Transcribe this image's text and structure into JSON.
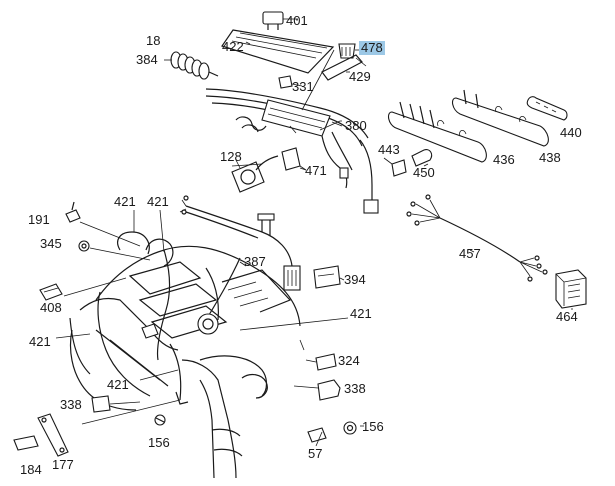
{
  "part_labels": [
    {
      "id": "401",
      "text": "401"
    },
    {
      "id": "422",
      "text": "422"
    },
    {
      "id": "18",
      "text": "18"
    },
    {
      "id": "384",
      "text": "384"
    },
    {
      "id": "478",
      "text": "478"
    },
    {
      "id": "429",
      "text": "429"
    },
    {
      "id": "331",
      "text": "331"
    },
    {
      "id": "440",
      "text": "440"
    },
    {
      "id": "380",
      "text": "380"
    },
    {
      "id": "128",
      "text": "128"
    },
    {
      "id": "471",
      "text": "471"
    },
    {
      "id": "443",
      "text": "443"
    },
    {
      "id": "436",
      "text": "436"
    },
    {
      "id": "438",
      "text": "438"
    },
    {
      "id": "450",
      "text": "450"
    },
    {
      "id": "421a",
      "text": "421"
    },
    {
      "id": "421b",
      "text": "421"
    },
    {
      "id": "191",
      "text": "191"
    },
    {
      "id": "345",
      "text": "345"
    },
    {
      "id": "387",
      "text": "387"
    },
    {
      "id": "457",
      "text": "457"
    },
    {
      "id": "394",
      "text": "394"
    },
    {
      "id": "408",
      "text": "408"
    },
    {
      "id": "464",
      "text": "464"
    },
    {
      "id": "421c",
      "text": "421"
    },
    {
      "id": "421d",
      "text": "421"
    },
    {
      "id": "324",
      "text": "324"
    },
    {
      "id": "421e",
      "text": "421"
    },
    {
      "id": "338a",
      "text": "338"
    },
    {
      "id": "338b",
      "text": "338"
    },
    {
      "id": "156a",
      "text": "156"
    },
    {
      "id": "156b",
      "text": "156"
    },
    {
      "id": "57",
      "text": "57"
    },
    {
      "id": "184",
      "text": "184"
    },
    {
      "id": "177",
      "text": "177"
    }
  ],
  "highlighted_part": "478",
  "colors": {
    "ink": "#1a1a1a",
    "highlight": "#9cc8e6",
    "background": "#ffffff"
  }
}
